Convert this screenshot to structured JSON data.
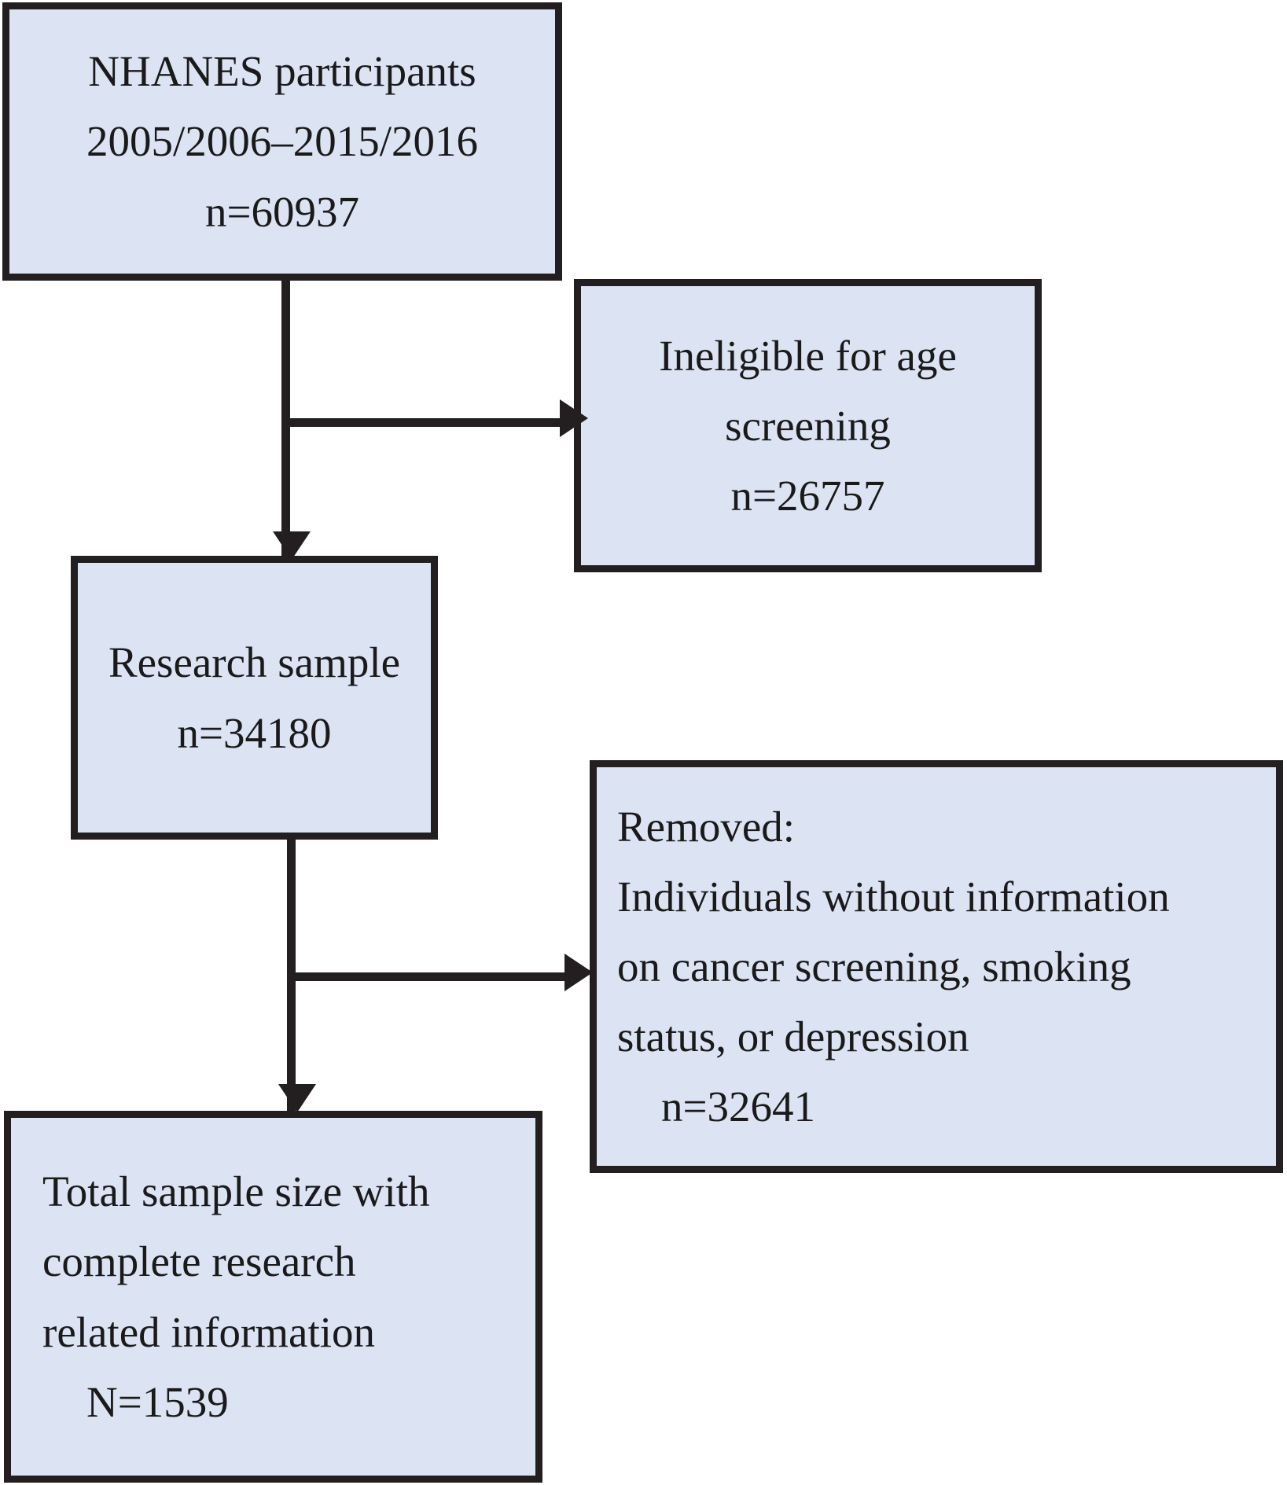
{
  "diagram": {
    "title": "NHANES study participant selection flow diagram",
    "type": "flowchart",
    "colors": {
      "node_fill": "#dce3f3",
      "node_border": "#231f20",
      "connector": "#231f20",
      "text": "#1a1a1a",
      "background": "#ffffff"
    },
    "nodes": [
      {
        "id": "source",
        "role": "source-population",
        "align": "center",
        "lines": [
          "NHANES participants",
          "2005/2006–2015/2016",
          "n=60937"
        ],
        "line1": "NHANES participants",
        "line2": "2005/2006–2015/2016",
        "line3": "n=60937",
        "count": 60937
      },
      {
        "id": "excluded-age",
        "role": "exclusion",
        "align": "center",
        "lines": [
          "Ineligible for age",
          "screening",
          "n=26757"
        ],
        "line1": "Ineligible for age",
        "line2": "screening",
        "line3": "n=26757",
        "count": 26757
      },
      {
        "id": "research-sample",
        "role": "intermediate-population",
        "align": "center",
        "lines": [
          "Research sample",
          "n=34180"
        ],
        "line1": "Research sample",
        "line2": "n=34180",
        "count": 34180
      },
      {
        "id": "removed",
        "role": "exclusion",
        "align": "left",
        "lines": [
          "Removed:",
          "Individuals without information",
          "on cancer screening, smoking",
          "status, or depression",
          "n=32641"
        ],
        "line1": "Removed:",
        "line2": "Individuals without information",
        "line3": "on cancer screening, smoking",
        "line4": "status, or depression",
        "line5": "n=32641",
        "count": 32641
      },
      {
        "id": "final",
        "role": "analytic-sample",
        "align": "left",
        "lines": [
          "Total sample size with",
          "complete research",
          "related information",
          "N=1539"
        ],
        "line1": "Total sample size with",
        "line2": "complete research",
        "line3": "related information",
        "line4": "N=1539",
        "count": 1539
      }
    ],
    "edges": [
      {
        "id": "edge-source-to-sample",
        "from": "source",
        "to": "research-sample",
        "direction": "down"
      },
      {
        "id": "edge-source-to-excluded",
        "from": "source",
        "to": "excluded-age",
        "direction": "right"
      },
      {
        "id": "edge-sample-to-final",
        "from": "research-sample",
        "to": "final",
        "direction": "down"
      },
      {
        "id": "edge-sample-to-removed",
        "from": "research-sample",
        "to": "removed",
        "direction": "right"
      }
    ]
  }
}
